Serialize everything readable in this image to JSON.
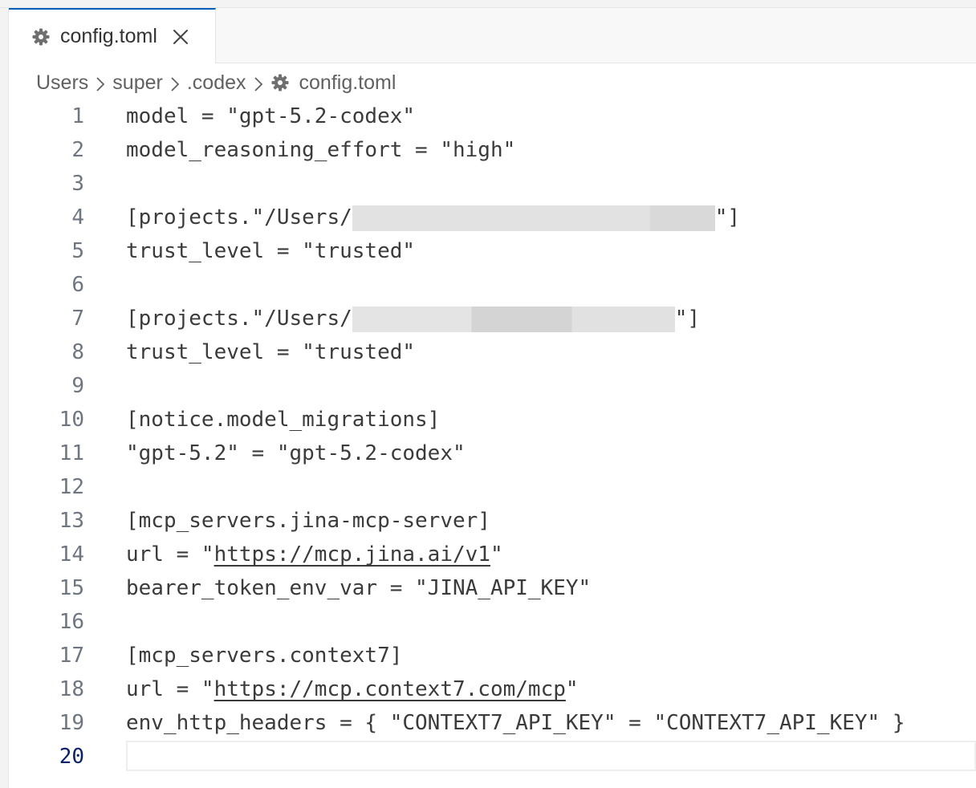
{
  "tab": {
    "label": "config.toml",
    "icon": "gear-icon"
  },
  "breadcrumb": {
    "items": [
      "Users",
      "super",
      ".codex",
      "config.toml"
    ]
  },
  "editor": {
    "active_line": "20",
    "lines": [
      {
        "n": "1",
        "text": "model = \"gpt-5.2-codex\""
      },
      {
        "n": "2",
        "text": "model_reasoning_effort = \"high\""
      },
      {
        "n": "3",
        "text": ""
      },
      {
        "n": "4",
        "prefix": "[projects.\"/Users/",
        "suffix": "\"]"
      },
      {
        "n": "5",
        "text": "trust_level = \"trusted\""
      },
      {
        "n": "6",
        "text": ""
      },
      {
        "n": "7",
        "prefix": "[projects.\"/Users/",
        "suffix": "\"]"
      },
      {
        "n": "8",
        "text": "trust_level = \"trusted\""
      },
      {
        "n": "9",
        "text": ""
      },
      {
        "n": "10",
        "text": "[notice.model_migrations]"
      },
      {
        "n": "11",
        "text": "\"gpt-5.2\" = \"gpt-5.2-codex\""
      },
      {
        "n": "12",
        "text": ""
      },
      {
        "n": "13",
        "text": "[mcp_servers.jina-mcp-server]"
      },
      {
        "n": "14",
        "prefix": "url = \"",
        "link": "https://mcp.jina.ai/v1",
        "suffix": "\""
      },
      {
        "n": "15",
        "text": "bearer_token_env_var = \"JINA_API_KEY\""
      },
      {
        "n": "16",
        "text": ""
      },
      {
        "n": "17",
        "text": "[mcp_servers.context7]"
      },
      {
        "n": "18",
        "prefix": "url = \"",
        "link": "https://mcp.context7.com/mcp",
        "suffix": "\""
      },
      {
        "n": "19",
        "text": "env_http_headers = { \"CONTEXT7_API_KEY\" = \"CONTEXT7_API_KEY\" }"
      },
      {
        "n": "20",
        "text": ""
      }
    ]
  },
  "colors": {
    "accent": "#005fb8",
    "active_line_number": "#0b216f",
    "line_number": "#6e7681",
    "text": "#3b3b3b"
  }
}
